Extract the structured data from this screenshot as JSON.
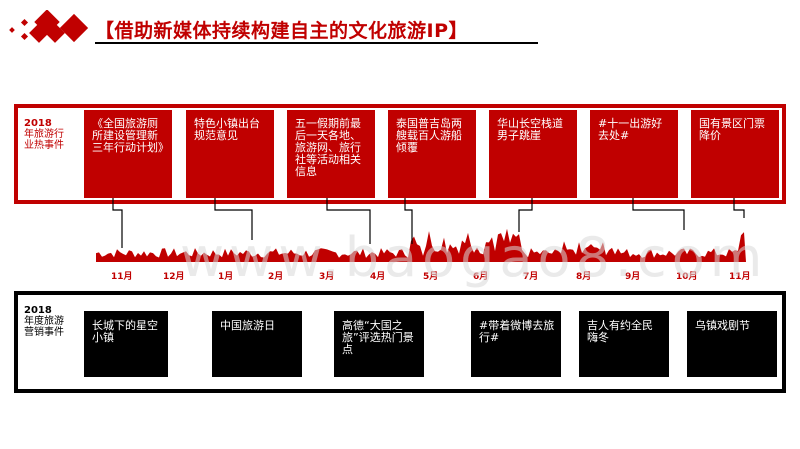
{
  "title": "【借助新媒体持续构建自主的文化旅游IP】",
  "hot_panel": {
    "year": "2018",
    "label": "年旅游行业热事件",
    "events": [
      "《全国旅游厕所建设管理新三年行动计划》",
      "特色小镇出台规范意见",
      "五一假期前最后一天各地、旅游网、旅行社等活动相关信息",
      "泰国普吉岛两艘载百人游船倾覆",
      "华山长空栈道男子跳崖",
      "#十一出游好去处#",
      "国有景区门票降价"
    ]
  },
  "marketing_panel": {
    "year": "2018",
    "label": "年度旅游营销事件",
    "events": [
      "长城下的星空小镇",
      "中国旅游日",
      "高德“大国之旅”评选热门景点",
      "#带着微博去旅行#",
      "吉人有约全民嗨冬",
      "乌镇戏剧节"
    ]
  },
  "timeline": {
    "labels": [
      "11月",
      "12月",
      "1月",
      "2月",
      "3月",
      "4月",
      "5月",
      "6月",
      "7月",
      "8月",
      "9月",
      "10月",
      "11月"
    ],
    "color": "#c00000"
  },
  "watermark": "www.baogao8.com",
  "colors": {
    "accent": "#c00000",
    "dark": "#000000"
  }
}
